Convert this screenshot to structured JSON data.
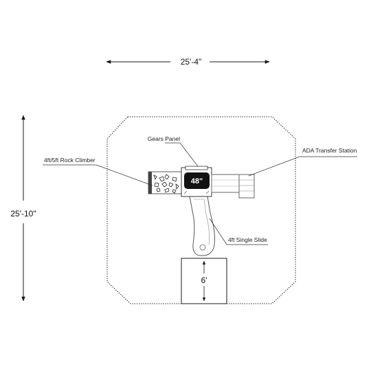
{
  "dimensions": {
    "width": "25'-4\"",
    "depth": "25'-10\"",
    "slide_pad": "6'"
  },
  "deck": {
    "height_label": "48\""
  },
  "callouts": {
    "gears_panel": "Gears Panel",
    "rock_climber": "4ft/5ft Rock Climber",
    "ada_transfer": "ADA Transfer Station",
    "single_slide": "4ft Single Slide"
  },
  "colors": {
    "line": "#1a1a1a",
    "deck_fill": "#111111",
    "equipment_stroke": "#555555"
  }
}
